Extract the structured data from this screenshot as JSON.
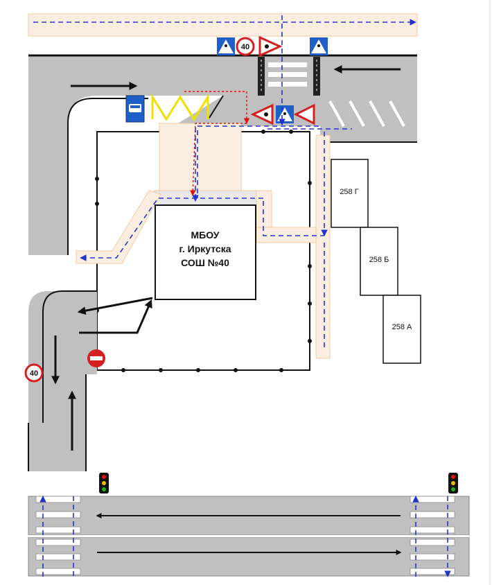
{
  "school": {
    "line1": "МБОУ",
    "line2": "г. Иркутска",
    "line3": "СОШ №40"
  },
  "buildings": [
    {
      "id": "b258g",
      "label": "258 Г"
    },
    {
      "id": "b258b",
      "label": "258 Б"
    },
    {
      "id": "b258a",
      "label": "258 А"
    }
  ],
  "signs": {
    "speed_limit_top": "40",
    "speed_limit_left": "40"
  },
  "colors": {
    "road": "#c0c0c0",
    "sidewalk": "#fbeee0",
    "sidewalk_border": "#f0c9a0",
    "pedestrian_route": "#2233cc",
    "alt_route": "#e01010",
    "sign_blue": "#1e5fc8",
    "sign_red": "#d42020"
  }
}
